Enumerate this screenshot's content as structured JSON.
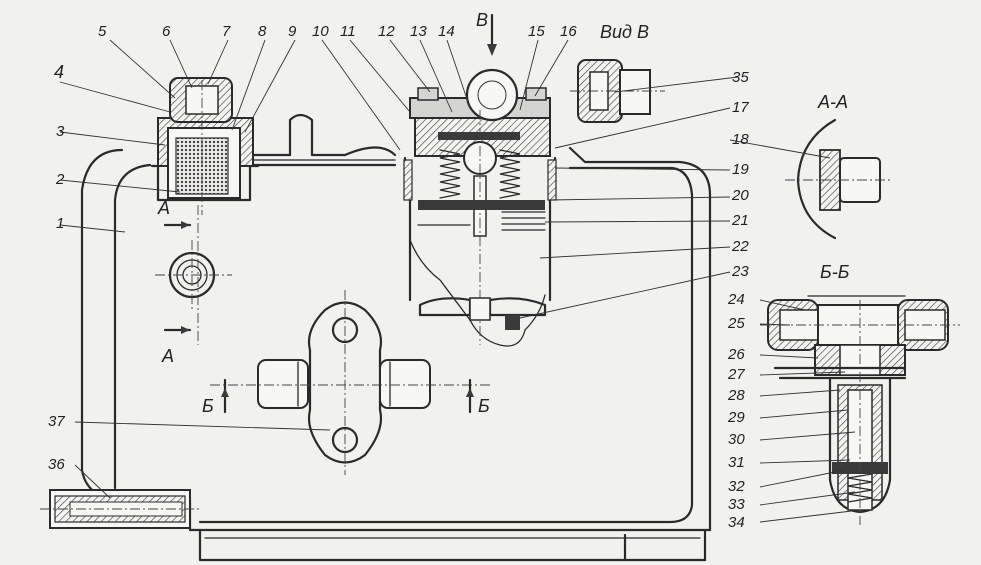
{
  "view_title": "Вид В",
  "section_aa_title": "А-А",
  "section_bb_title": "Б-Б",
  "cut_marks": {
    "a_top": "А",
    "a_bottom": "А",
    "b_left": "Б",
    "b_right": "Б",
    "v_arrow": "В"
  },
  "part_numbers": {
    "p1": "1",
    "p2": "2",
    "p3": "3",
    "p4": "4",
    "p5": "5",
    "p6": "6",
    "p7": "7",
    "p8": "8",
    "p9": "9",
    "p10": "10",
    "p11": "11",
    "p12": "12",
    "p13": "13",
    "p14": "14",
    "p15": "15",
    "p16": "16",
    "p17": "17",
    "p18": "18",
    "p19": "19",
    "p20": "20",
    "p21": "21",
    "p22": "22",
    "p23": "23",
    "p24": "24",
    "p25": "25",
    "p26": "26",
    "p27": "27",
    "p28": "28",
    "p29": "29",
    "p30": "30",
    "p31": "31",
    "p32": "32",
    "p33": "33",
    "p34": "34",
    "p35": "35",
    "p36": "36",
    "p37": "37"
  }
}
